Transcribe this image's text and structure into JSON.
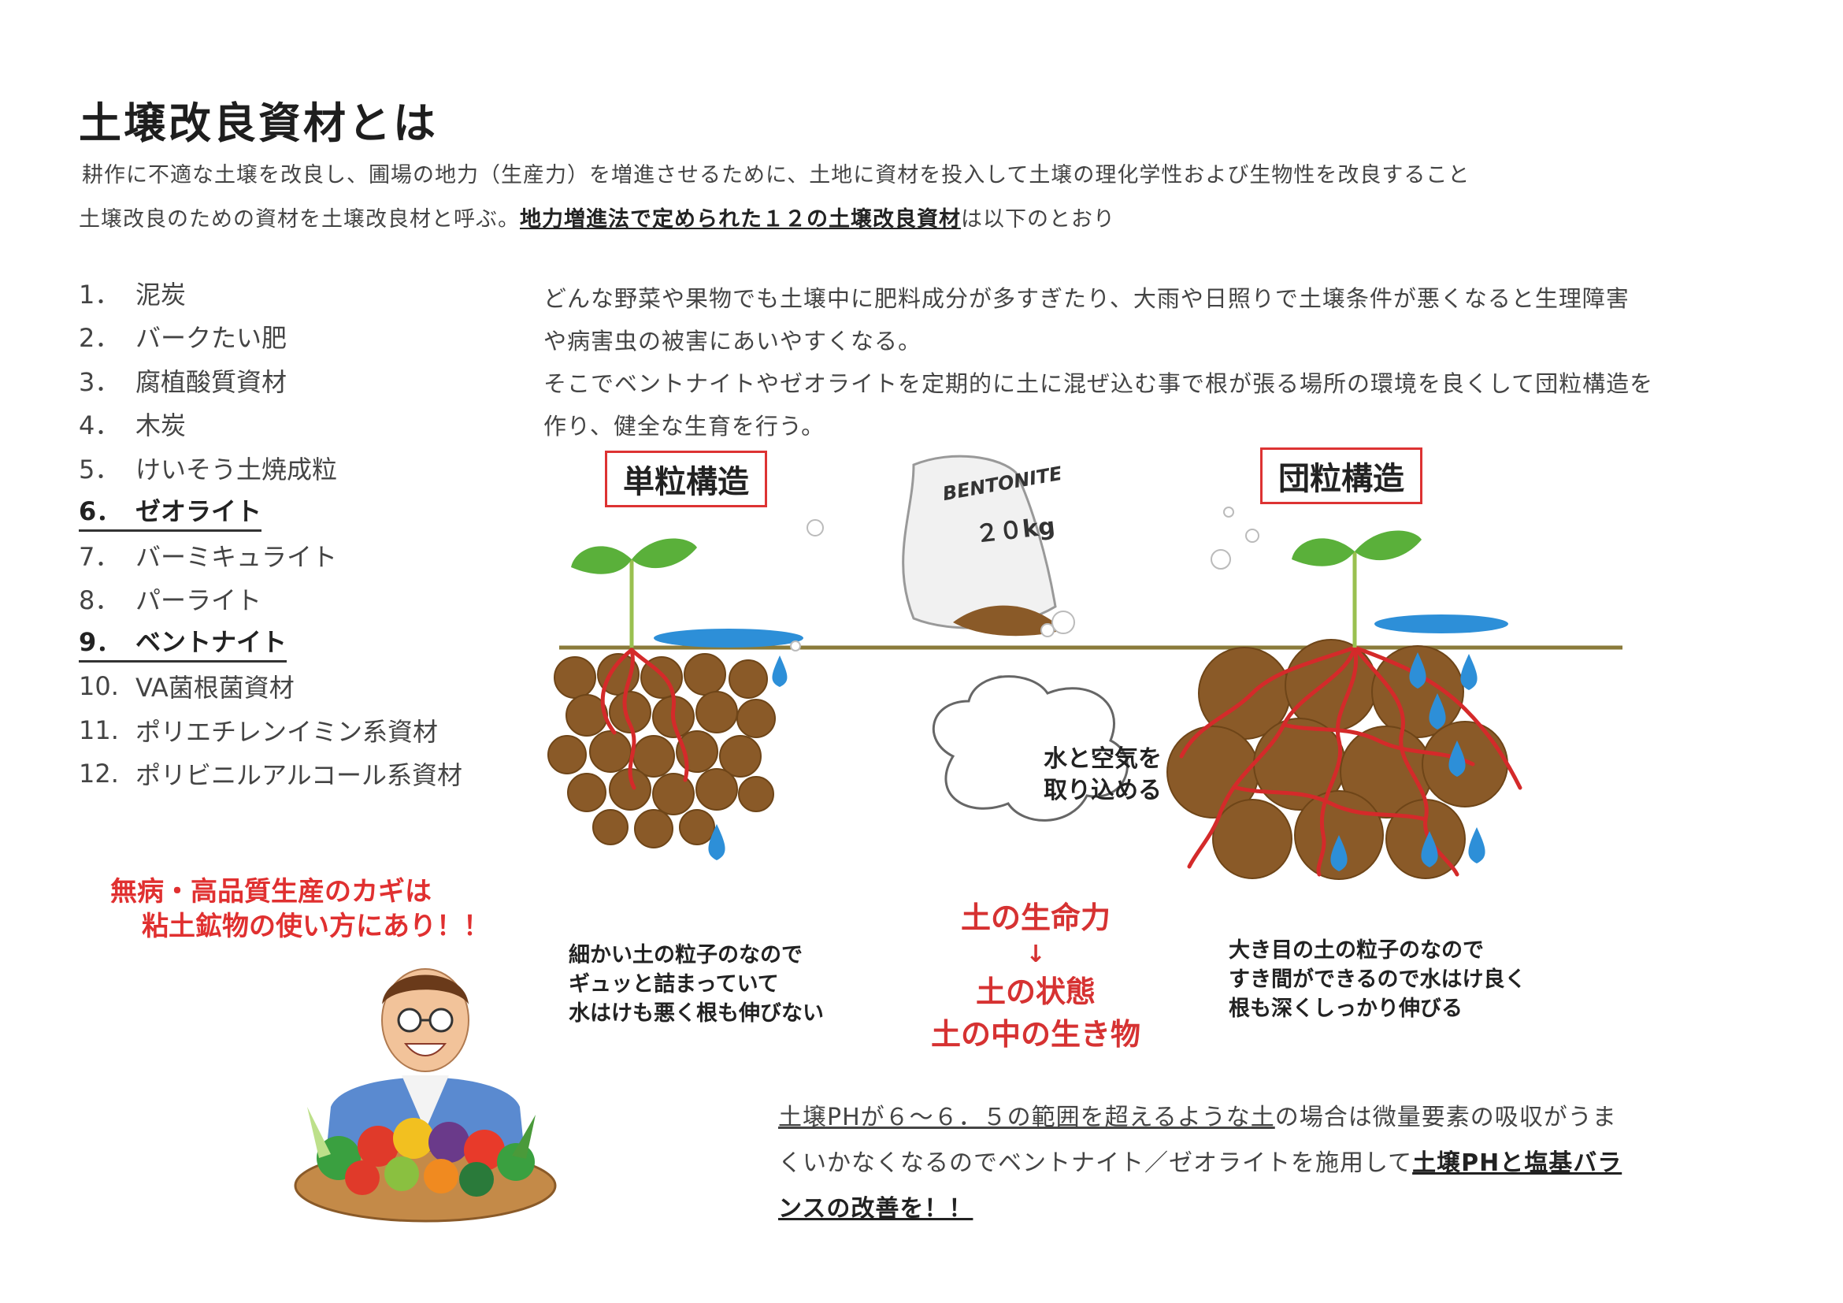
{
  "title": "土壌改良資材とは",
  "intro": {
    "line1": "耕作に不適な土壌を改良し、圃場の地力（生産力）を増進させるために、土地に資材を投入して土壌の理化学性および生物性を改良すること",
    "line2_pre": "土壌改良のための資材を土壌改良材と呼ぶ。",
    "line2_bold": "地力増進法で定められた１２の土壌改良資材",
    "line2_post": "は以下のとおり"
  },
  "materials": [
    {
      "num": "1．",
      "label": "泥炭"
    },
    {
      "num": "2．",
      "label": "バークたい肥"
    },
    {
      "num": "3．",
      "label": "腐植酸質資材"
    },
    {
      "num": "4．",
      "label": "木炭"
    },
    {
      "num": "5．",
      "label": "けいそう土焼成粒"
    },
    {
      "num": "6．",
      "label": "ゼオライト"
    },
    {
      "num": "7．",
      "label": "バーミキュライト"
    },
    {
      "num": "8．",
      "label": "パーライト"
    },
    {
      "num": "9．",
      "label": "ベントナイト"
    },
    {
      "num": "10.",
      "label": "VA菌根菌資材"
    },
    {
      "num": "11.",
      "label": "ポリエチレンイミン系資材"
    },
    {
      "num": "12.",
      "label": "ポリビニルアルコール系資材"
    }
  ],
  "paragraph": [
    "どんな野菜や果物でも土壌中に肥料成分が多すぎたり、大雨や日照りで土壌条件が悪くなると生理障害",
    "や病害虫の被害にあいやすくなる。",
    "そこでベントナイトやゼオライトを定期的に土に混ぜ込む事で根が張る場所の環境を良くして団粒構造を",
    "作り、健全な生育を行う。"
  ],
  "diagram": {
    "left_label": "単粒構造",
    "right_label": "団粒構造",
    "bag_brand": "BENTONITE",
    "bag_weight": "２０kg",
    "cloud_line1": "水と空気を",
    "cloud_line2": "取り込める",
    "left_desc": [
      "細かい土の粒子のなので",
      "ギュッと詰まっていて",
      "水はけも悪く根も伸びない"
    ],
    "right_desc": [
      "大き目の土の粒子のなので",
      "すき間ができるので水はけ良く",
      "根も深くしっかり伸びる"
    ],
    "center_top": "土の生命力",
    "center_arrow": "↓",
    "center_mid": "土の状態",
    "center_bottom": "土の中の生き物"
  },
  "slogan": {
    "line1": "無病・高品質生産のカギは",
    "line2": "粘土鉱物の使い方にあり！！"
  },
  "bottom": {
    "l1_u": "土壌PHが６～６．５の範囲を超えるような土",
    "l1_rest": "の場合は微量要素の吸収がうま",
    "l2_pre": "くいかなくなるのでベントナイト／ゼオライトを施用して",
    "l2_bold": "土壌PHと塩基バラ",
    "l3_bold": "ンスの改善を！！"
  },
  "colors": {
    "soil": "#8a5a28",
    "root": "#d42a2a",
    "leaf": "#5ab03a",
    "water": "#2d8fd8",
    "label_border": "#dd3333"
  }
}
